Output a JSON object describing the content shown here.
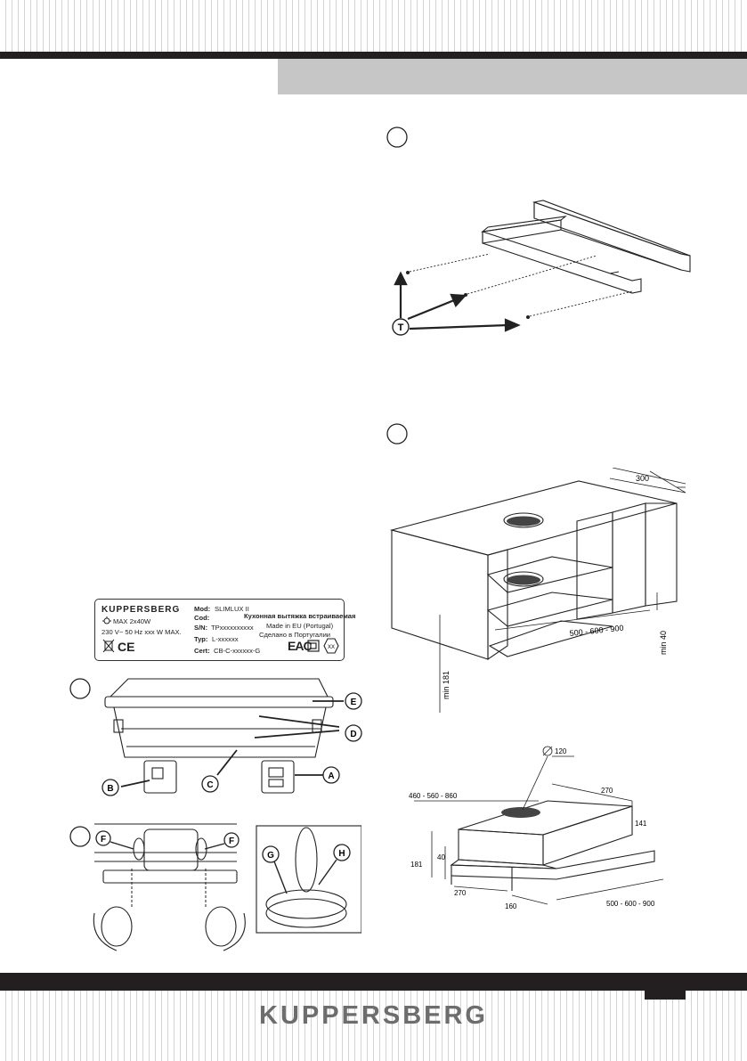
{
  "brand": "KUPPERSBERG",
  "rating_label": {
    "brand": "KUPPERSBERG",
    "lamp": "MAX 2x40W",
    "power": "230 V~  50 Hz   xxx W MAX.",
    "mod_label": "Mod:",
    "mod_value": "SLIMLUX II",
    "cod_label": "Cod:",
    "product_name": "Кухонная вытяжка встраиваемая",
    "made_in": "Made in EU (Portugal)",
    "made_in_ru": "Сделано в Португалии",
    "sn_label": "S/N:",
    "sn_value": "TPxxxxxxxxxx",
    "typ_label": "Typ:",
    "typ_value": "L-xxxxxx",
    "cert_label": "Cert:",
    "cert_value": "CB-C-xxxxxx-G",
    "ce": "CE",
    "eac": "EAC",
    "xx": "XX"
  },
  "figure_parts": {
    "a": "A",
    "b": "B",
    "c": "C",
    "d": "D",
    "e": "E"
  },
  "figure_filters": {
    "f": "F",
    "g": "G",
    "h": "H"
  },
  "figure_rail": {
    "t": "T"
  },
  "figure_cabinet": {
    "depth": "300",
    "width": "500 - 600 - 900",
    "min_bottom": "min 181",
    "min_side": "min 40"
  },
  "figure_dims": {
    "duct": "120",
    "outer_width": "460 - 560 - 860",
    "depth": "270",
    "top_height": "141",
    "total_height": "181",
    "front_height": "40",
    "bottom_depth": "270",
    "offset": "160",
    "visor_width": "500 - 600 - 900"
  }
}
